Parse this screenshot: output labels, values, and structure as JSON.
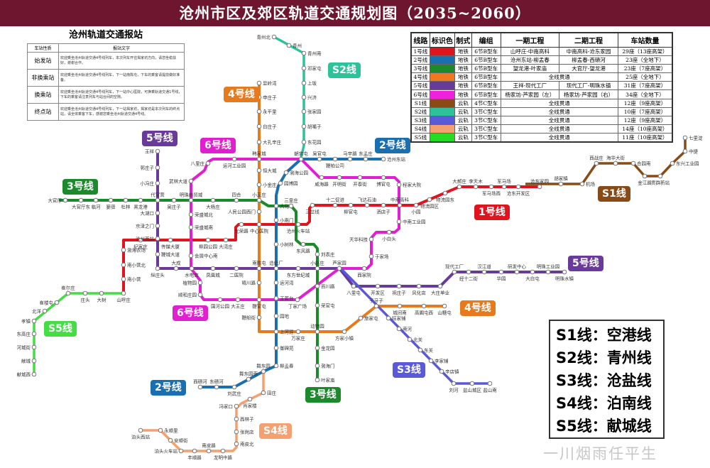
{
  "title": "沧州市区及郊区轨道交通规划图（2035~2060）",
  "announce": {
    "title": "沧州轨道交通报站",
    "headers": [
      "车站性质",
      "报站文字"
    ],
    "rows": [
      {
        "type": "始发站",
        "text": "欢迎乘坐沧州轨道交通4号线列车，本次列车开往揭家坊方向，请您坐稳扶好，谢谢合作。"
      },
      {
        "type": "非换乘站",
        "text": "欢迎乘坐沧州轨道交通4号线列车，下一站南陈屯，下车的乘客请提前做好准备。"
      },
      {
        "type": "换乘站",
        "text": "欢迎乘坐沧州轨道交通4号线列车，下一站中心医院，可换乘轨道交通1号线，下车的乘客请注意列车与站台间的空隙。"
      },
      {
        "type": "终点站",
        "text": "欢迎乘坐沧州轨道交通4号线列车，下一站揭家坊，揭家坊是本次列车的终点站，请全体乘客下车，感谢您乘坐沧州轨道交通4号线。"
      }
    ]
  },
  "spec": {
    "headers": [
      "线路",
      "标识色",
      "制式",
      "编组",
      "一期工程",
      "二期工程",
      "车站数量"
    ],
    "rows": [
      {
        "line": "1号线",
        "color": "#e0141e",
        "mode": "地铁",
        "cars": "6节B型车",
        "p1": "山呼庄-中南高科",
        "p2": "中南高科-沧东家园",
        "count": "29座（13座高架）"
      },
      {
        "line": "2号线",
        "color": "#1a6fb0",
        "mode": "地铁",
        "cars": "6节B型车",
        "p1": "沧州东站-柳孟春",
        "p2": "柳孟春-西碛河",
        "count": "23座（全地下）"
      },
      {
        "line": "3号线",
        "color": "#1a8a2a",
        "mode": "地铁",
        "cars": "6节B型车",
        "p1": "望龙港-叶家庙",
        "p2": "大官厅-望龙港",
        "count": "23座（7座高架）"
      },
      {
        "line": "4号线",
        "color": "#f07820",
        "mode": "地铁",
        "cars": "6节B型车",
        "p1": "全线贯通",
        "p2": "",
        "count": "25座（全地下）"
      },
      {
        "line": "5号线",
        "color": "#6a3a9a",
        "mode": "地铁",
        "cars": "6节B型车",
        "p1": "王祥-现代工厂",
        "p2": "现代工厂-明珠水镇",
        "count": "31座（7座高架）"
      },
      {
        "line": "6号线",
        "color": "#ee22dd",
        "mode": "地铁",
        "cars": "6节B型车",
        "p1": "杨家坊-芦家园（左）",
        "p2": "杨家坊-芦家园（右）",
        "count": "34座（全地下）"
      },
      {
        "line": "S1线",
        "color": "#8a4a16",
        "mode": "云轨",
        "cars": "4节C型车",
        "p1": "全线贯通",
        "p2": "",
        "count": "12座（9座高架）"
      },
      {
        "line": "S2线",
        "color": "#2ec29a",
        "mode": "云轨",
        "cars": "3节C型车",
        "p1": "全线贯通",
        "p2": "",
        "count": "10座（7座高架）"
      },
      {
        "line": "S3线",
        "color": "#5a5ad8",
        "mode": "云轨",
        "cars": "3节C型车",
        "p1": "全线贯通",
        "p2": "",
        "count": "12座（9座高架）"
      },
      {
        "line": "S4线",
        "color": "#f4a070",
        "mode": "云轨",
        "cars": "3节C型车",
        "p1": "全线贯通",
        "p2": "",
        "count": "14座（10座高架）"
      },
      {
        "line": "S5线",
        "color": "#22dd22",
        "mode": "云轨",
        "cars": "3节C型车",
        "p1": "全线贯通",
        "p2": "",
        "count": "11座（10座高架）"
      }
    ]
  },
  "lines": {
    "L1": {
      "label": "1号线",
      "color": "#e0141e"
    },
    "L2": {
      "label": "2号线",
      "color": "#1a6fb0"
    },
    "L3": {
      "label": "3号线",
      "color": "#1a8a2a"
    },
    "L4": {
      "label": "4号线",
      "color": "#e87a1e"
    },
    "L5": {
      "label": "5号线",
      "color": "#6a3a9a"
    },
    "L6": {
      "label": "6号线",
      "color": "#e020d0"
    },
    "S1": {
      "label": "S1线",
      "color": "#8a4a16"
    },
    "S2": {
      "label": "S2线",
      "color": "#2ec29a"
    },
    "S3": {
      "label": "S3线",
      "color": "#5a5ad8"
    },
    "S4": {
      "label": "S4线",
      "color": "#f4a070"
    },
    "S5": {
      "label": "S5线",
      "color": "#44dd44"
    }
  },
  "stations": {
    "L1": [
      "山呼庄",
      "南小营",
      "南小营北",
      "渤海农场",
      "纪家庄",
      "传媒大厦",
      "柳园公园",
      "大湾庄",
      "光荣路",
      "中心医院",
      "沧州火车站",
      "三岔线",
      "十二促进",
      "柳官屯",
      "飞达石油",
      "洒店子",
      "中南高科",
      "小园",
      "物流园区",
      "物流园东",
      "大郝庄",
      "李天木",
      "军马场西",
      "军马场",
      "沧东开发区",
      "沧东家园"
    ],
    "S1": [
      "胡家镇",
      "机场",
      "西战庄",
      "海华大街",
      "合园南",
      "金江路",
      "贯群新站",
      "东兴工业园",
      "中捷",
      "七里淀"
    ],
    "L2": [
      "沧州东站",
      "东孟庄",
      "马辛路",
      "鞭柏公司",
      "吴官屯",
      "朝宫屯",
      "渤海公园",
      "园博园",
      "大化",
      "小南门",
      "小树林",
      "造纸厂",
      "运河湾",
      "王若台",
      "园地",
      "上河涯",
      "御碑苑",
      "柳孟春",
      "舞东园",
      "舞东园南",
      "刘武庄",
      "东碛河",
      "西碛河"
    ],
    "L3": [
      "大官厅",
      "大官厅东",
      "临河",
      "篓驿",
      "杜林",
      "黑龙港",
      "吴庄子",
      "大杨庄",
      "四合",
      "小王庄",
      "三里庄",
      "东风路",
      "刘表庄",
      "小赵庄",
      "百川路",
      "荣官屯",
      "动物园",
      "金龙园",
      "渤海门",
      "叶家庙"
    ],
    "L4": [
      "显岭湾",
      "申庄子",
      "永平里",
      "白庄子",
      "大孔辛庄",
      "韩家城",
      "恒大城",
      "小金庄",
      "人民公园西门",
      "南陈屯",
      "晴川路",
      "鞭官屯",
      "鞭船街",
      "万家庄",
      "方家小镇",
      "旅家屯",
      "子牙子",
      "城间南",
      "高圃屯西",
      "山糖屯"
    ],
    "L5": [
      "王祥",
      "郭庄子",
      "小冯庄",
      "代官营",
      "大湖口",
      "京津之门",
      "沧州西站",
      "鞭城大道",
      "纵庄头",
      "大成",
      "水电宫",
      "凤凰城",
      "二医院",
      "东方世纪城",
      "芦家园",
      "八里屯",
      "开发区",
      "祝庄子",
      "风化店",
      "大庄单业",
      "现代工厂",
      "经十二街",
      "汉江道",
      "华园",
      "研发中心",
      "大白屯",
      "明珠工业园",
      "明珠水镇"
    ],
    "L6": [
      "八里庄",
      "运河工业园",
      "威海路",
      "开明街",
      "开泰街",
      "博官屯",
      "程家大院",
      "中南工业园",
      "小白头",
      "天华科技",
      "于家场",
      "西家院",
      "丁家广场",
      "大王庄",
      "国河公园",
      "顺和庄园",
      "植物园",
      "会展中心南",
      "荣盛城南",
      "荣盛城北",
      "明珠商贸城",
      "武林大道"
    ],
    "S2": [
      "青州北",
      "青州",
      "青州南",
      "邓家屯",
      "上坂",
      "兴济",
      "张家园",
      "胡嘴子",
      "东花园"
    ],
    "S3": [
      "旺家铺",
      "南河",
      "北关",
      "东关",
      "李家铺",
      "辛店镇",
      "刘河",
      "盐山城区",
      "盐山南"
    ],
    "S4": [
      "田庄",
      "肖家楼",
      "冯家口",
      "西林子",
      "张岗店",
      "南皮北",
      "龙明中路",
      "南皮路",
      "丰顺路",
      "泊头火车站",
      "安顺街",
      "永顺里",
      "泊头西站"
    ],
    "S5": [
      "大树",
      "庄头",
      "崔尔庄",
      "崔楼屯",
      "北洋",
      "孝镇",
      "东高庄",
      "河城街",
      "献城",
      "献城西"
    ]
  },
  "legend": [
    "S1线：空港线",
    "S2线：青州线",
    "S3线：沧盐线",
    "S4线：泊南线",
    "S5线：献城线"
  ],
  "watermark": "一川烟雨任平生"
}
